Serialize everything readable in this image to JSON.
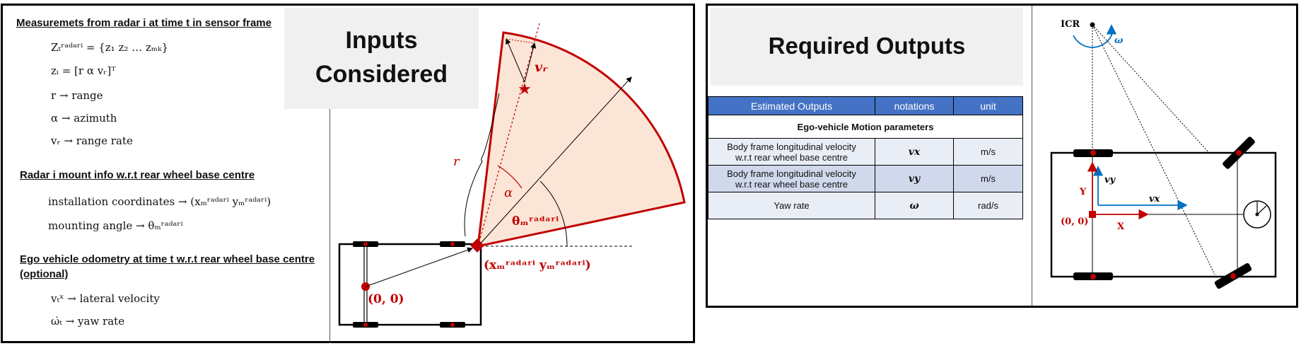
{
  "left_panel": {
    "measurements": {
      "header": "Measuremets from radar i at time t in sensor frame",
      "z_set": "Zₜʳᵃᵈᵃʳⁱ = {z₁   z₂   …   zₘₖ}",
      "z_i": "zᵢ = [r   α   vᵣ]ᵀ",
      "r_line": "r → range",
      "alpha_line": "α → azimuth",
      "vr_line": "vᵣ → range rate"
    },
    "mount": {
      "header": "Radar i mount info w.r.t rear wheel base centre",
      "coords_line": "installation coordinates → (xₘʳᵃᵈᵃʳⁱ   yₘʳᵃᵈᵃʳⁱ)",
      "angle_line": "mounting angle →  θₘʳᵃᵈᵃʳⁱ"
    },
    "odometry": {
      "header_line1": "Ego vehicle odometry at time t w.r.t rear wheel base centre",
      "header_line2": "(optional)",
      "vx_line": "vₜˣ → lateral velocity",
      "yaw_line": "ω̇ₜ → yaw rate"
    },
    "inputs_title_line1": "Inputs",
    "inputs_title_line2": "Considered",
    "diagram": {
      "origin_label": "(0, 0)",
      "radar_coord_label": "(xₘʳᵃᵈᵃʳⁱ   yₘʳᵃᵈᵃʳⁱ)",
      "r_label": "r",
      "alpha_label": "α",
      "vr_label": "vᵣ",
      "theta_label": "θₘʳᵃᵈᵃʳⁱ",
      "colors": {
        "accent": "#c00000",
        "fov_fill": "#fbe5d6",
        "wheel": "#000000"
      }
    }
  },
  "right_panel": {
    "title": "Required Outputs",
    "table": {
      "headers": [
        "Estimated Outputs",
        "notations",
        "unit"
      ],
      "group": "Ego-vehicle Motion parameters",
      "rows": [
        {
          "line1": "Body frame longitudinal velocity",
          "line2": "w.r.t rear wheel base centre",
          "notation": "vx",
          "unit": "m/s"
        },
        {
          "line1": "Body frame longitudinal velocity",
          "line2": "w.r.t rear wheel base centre",
          "notation": "vy",
          "unit": "m/s"
        },
        {
          "line1": "Yaw rate",
          "line2": "",
          "notation": "ω",
          "unit": "rad/s"
        }
      ],
      "header_color": "#4472c4"
    },
    "diagram": {
      "icr_label": "ICR",
      "omega_label": "ω",
      "vy_label": "vy",
      "vx_label": "vx",
      "y_axis_label": "Y",
      "x_axis_label": "X",
      "origin_label": "(0, 0)",
      "colors": {
        "accent": "#c00000",
        "blue": "#0070c0"
      }
    }
  }
}
